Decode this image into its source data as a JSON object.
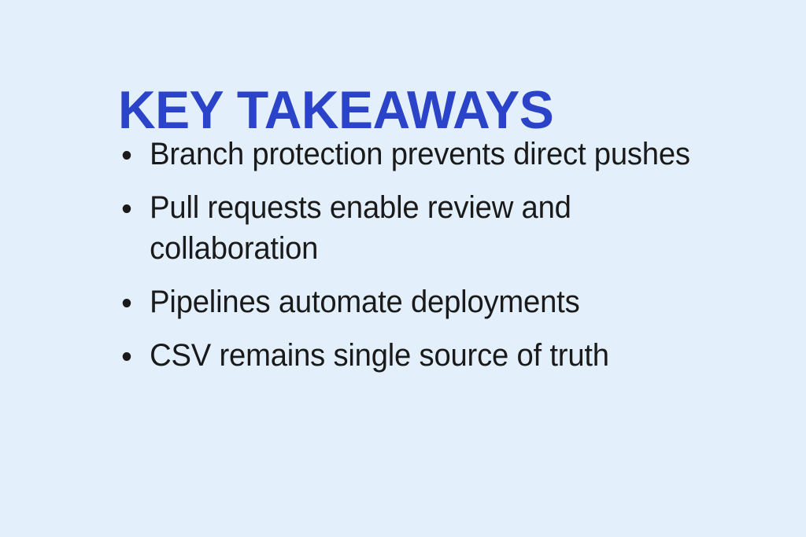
{
  "slide": {
    "background_color": "#e3f0fc",
    "title": "KEY TAKEAWAYS",
    "title_color": "#2b43c8",
    "body_text_color": "#1a1a1a",
    "bullets": [
      {
        "text": "Branch protection prevents direct pushes"
      },
      {
        "text": "Pull requests enable review and collaboration"
      },
      {
        "text": "Pipelines automate deployments"
      },
      {
        "text": "CSV remains single source of truth"
      }
    ]
  }
}
